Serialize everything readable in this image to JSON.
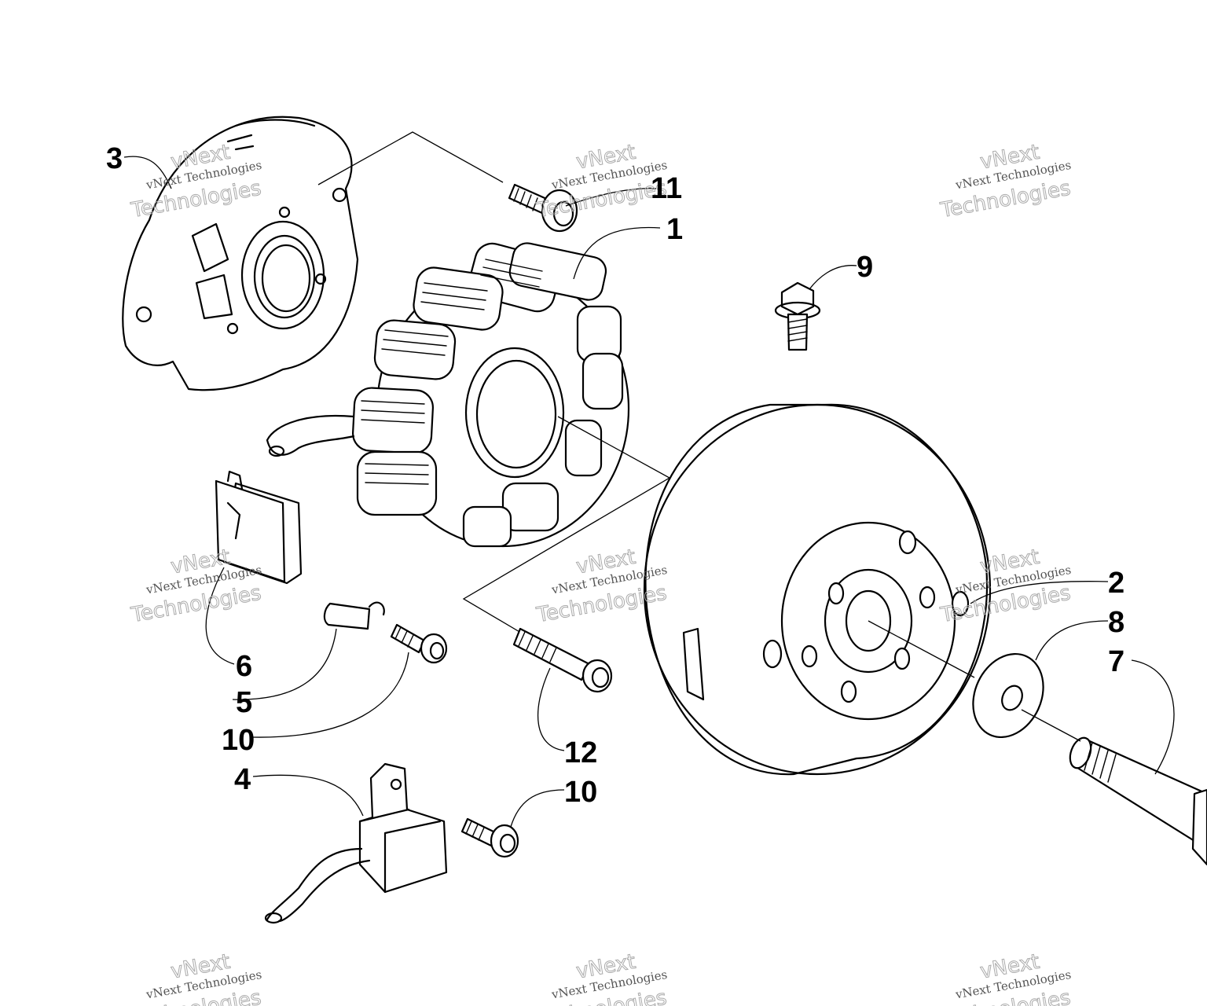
{
  "callouts": [
    "3",
    "11",
    "1",
    "9",
    "6",
    "5",
    "10",
    "12",
    "4",
    "10",
    "2",
    "8",
    "7"
  ],
  "watermark": {
    "line1": "vNext Technologies",
    "line2": "vNext",
    "line3": "Technologies"
  }
}
